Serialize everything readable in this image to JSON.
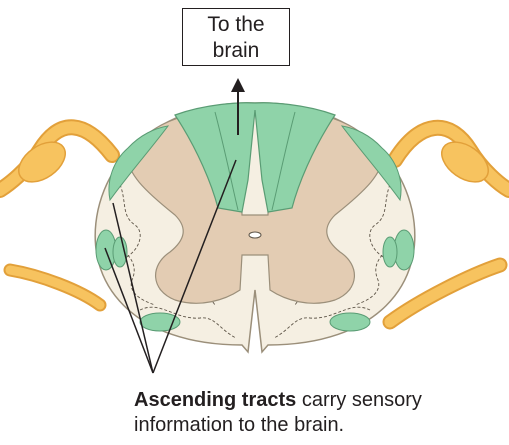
{
  "callout": {
    "line1": "To the",
    "line2": "brain"
  },
  "caption": {
    "bold": "Ascending tracts",
    "rest": " carry sensory",
    "line2": "information to the brain."
  },
  "colors": {
    "nerve": "#f7c35f",
    "nerve_edge": "#e2a03a",
    "gray_matter": "#e3ccb3",
    "white_matter": "#f5efe2",
    "tract": "#8fd3a9",
    "outline": "#231f20"
  }
}
